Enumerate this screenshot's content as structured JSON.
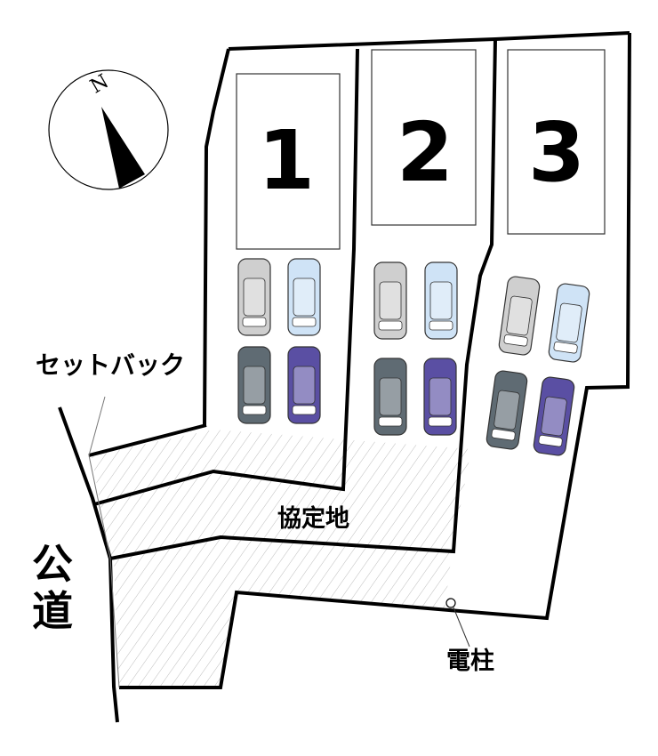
{
  "compass": {
    "north_label": "N"
  },
  "lots": [
    {
      "number": "1"
    },
    {
      "number": "2"
    },
    {
      "number": "3"
    }
  ],
  "labels": {
    "setback": "セットバック",
    "agreement_land": "協定地",
    "public_road": "公道",
    "utility_pole": "電柱"
  },
  "car_colors": {
    "silver": "#cfcfcf",
    "light_blue": "#cfe3f6",
    "slate": "#5f6b73",
    "purple": "#5a4fa3"
  }
}
